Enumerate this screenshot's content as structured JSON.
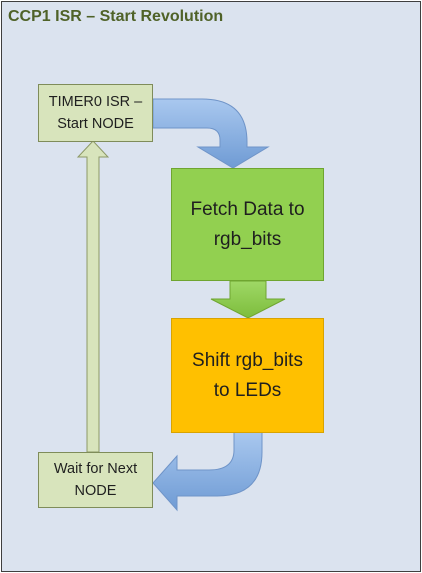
{
  "title": "CCP1 ISR – Start Revolution",
  "nodes": {
    "timer": {
      "line1": "TIMER0 ISR –",
      "line2": "Start  NODE"
    },
    "fetch": {
      "line1": "Fetch Data to",
      "line2": "rgb_bits"
    },
    "shift": {
      "line1": "Shift rgb_bits",
      "line2": "to LEDs"
    },
    "wait": {
      "line1": "Wait for Next",
      "line2": "NODE"
    }
  },
  "colors": {
    "background": "#dbe3ef",
    "title": "#4f6228",
    "small_box": "#d8e4bc",
    "fetch_box": "#92d050",
    "shift_box": "#ffc000",
    "blue_arrow": "#8eb4e3",
    "back_arrow": "#d8e4bc"
  }
}
